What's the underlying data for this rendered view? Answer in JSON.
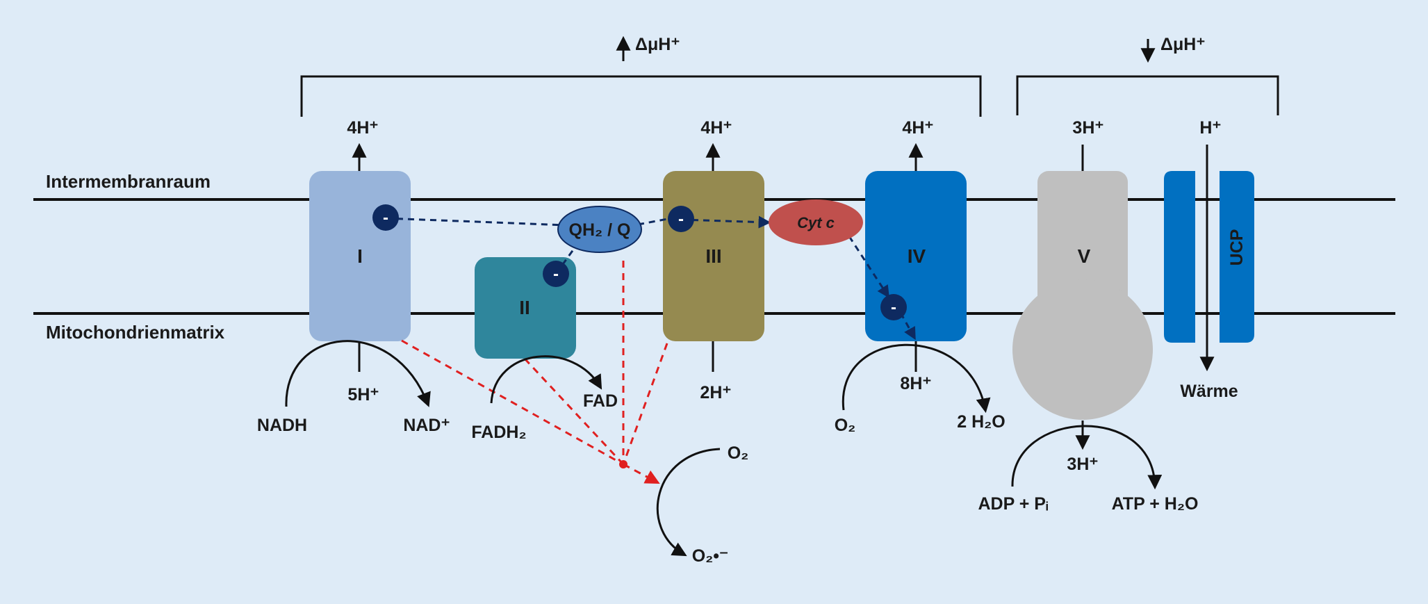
{
  "regions": {
    "intermembrane": "Intermembranraum",
    "matrix": "Mitochondrienmatrix"
  },
  "gradient": {
    "up": "ΔμH⁺",
    "down": "ΔμH⁺"
  },
  "complexes": {
    "c1": "I",
    "c2": "II",
    "c3": "III",
    "c4": "IV",
    "c5": "V",
    "ucp": "UCP"
  },
  "carriers": {
    "q": "QH₂ / Q",
    "cytc": "Cyt c",
    "electron": "-"
  },
  "protons": {
    "c1_out": "4H⁺",
    "c1_in": "5H⁺",
    "c3_out": "4H⁺",
    "c3_in": "2H⁺",
    "c4_out": "4H⁺",
    "c4_in": "8H⁺",
    "c5_out": "3H⁺",
    "c5_in": "3H⁺",
    "ucp_out": "H⁺"
  },
  "substrates": {
    "nadh": "NADH",
    "nad": "NAD⁺",
    "fadh2": "FADH₂",
    "fad": "FAD",
    "o2_c4": "O₂",
    "h2o": "2 H₂O",
    "adp": "ADP + Pᵢ",
    "atp": "ATP + H₂O",
    "heat": "Wärme",
    "o2_ros": "O₂",
    "superoxide": "O₂•⁻"
  },
  "colors": {
    "background": "#deebf7",
    "complex_I": "#98b4da",
    "complex_II": "#2f869c",
    "complex_III": "#958a50",
    "complex_IV": "#0170c1",
    "complex_V": "#bfbfbf",
    "ucp": "#0170c1",
    "q_pool": "#4b82c3",
    "cyt_c": "#c0504d",
    "electron": "#0e2a60",
    "ros_arrow": "#e02020"
  }
}
